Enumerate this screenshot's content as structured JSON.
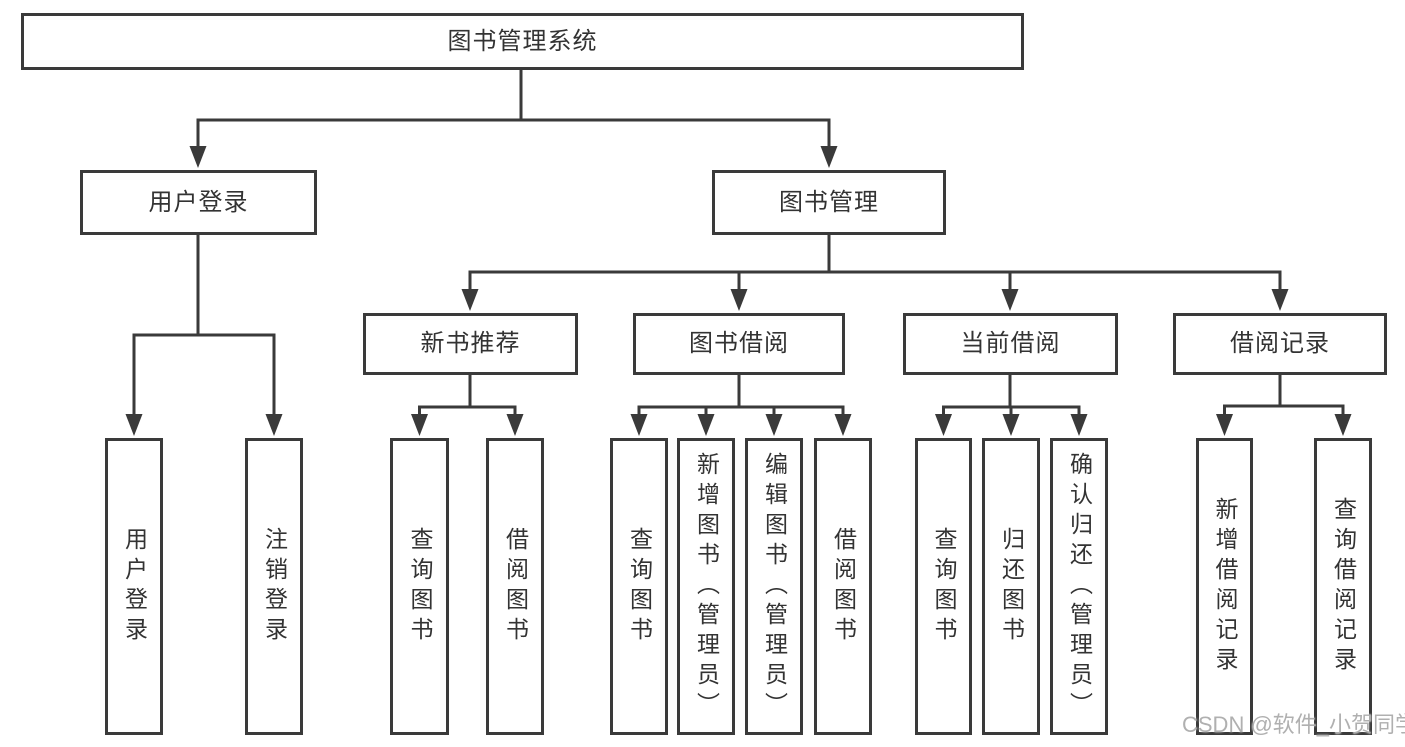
{
  "tree": {
    "root": {
      "label": "图书管理系统"
    },
    "branches": [
      {
        "label": "用户登录",
        "children": [
          {
            "label": "用户登录"
          },
          {
            "label": "注销登录"
          }
        ]
      },
      {
        "label": "图书管理",
        "children": [
          {
            "label": "新书推荐",
            "children": [
              {
                "label": "查询图书"
              },
              {
                "label": "借阅图书"
              }
            ]
          },
          {
            "label": "图书借阅",
            "children": [
              {
                "label": "查询图书"
              },
              {
                "label": "新增图书（管理员）"
              },
              {
                "label": "编辑图书（管理员）"
              },
              {
                "label": "借阅图书"
              }
            ]
          },
          {
            "label": "当前借阅",
            "children": [
              {
                "label": "查询图书"
              },
              {
                "label": "归还图书"
              },
              {
                "label": "确认归还（管理员）"
              }
            ]
          },
          {
            "label": "借阅记录",
            "children": [
              {
                "label": "新增借阅记录"
              },
              {
                "label": "查询借阅记录"
              }
            ]
          }
        ]
      }
    ]
  },
  "watermark": {
    "text": "CSDN @软件_小贺同学",
    "color": "#acacac"
  },
  "colors": {
    "line": "#3a3a3a",
    "box_border": "#3a3a3a",
    "text": "#333333",
    "background": "#ffffff"
  }
}
